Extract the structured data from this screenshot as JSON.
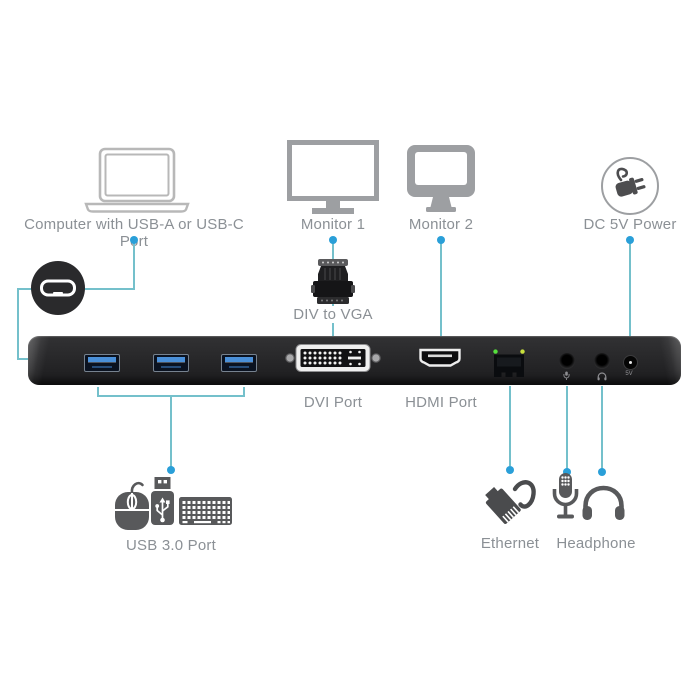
{
  "colors": {
    "connector_line": "#74c0cb",
    "connector_dot": "#2a9fd8",
    "label_text": "#8b9095",
    "icon_dark": "#58595b",
    "icon_outline": "#9d9fa2",
    "dock_body": "#28282a",
    "usb_blue": "#4a90d9",
    "led_green": "#55e03c",
    "led_amber": "#c8e03c"
  },
  "top": {
    "computer_label": "Computer with USB-A or USB-C Port",
    "monitor1_label": "Monitor 1",
    "monitor2_label": "Monitor 2",
    "power_label": "DC 5V Power"
  },
  "adapter": {
    "label": "DIV to VGA"
  },
  "dock": {
    "dvi_label": "DVI Port",
    "hdmi_label": "HDMI Port",
    "power_jack_label": "5V"
  },
  "bottom": {
    "usb_label": "USB 3.0 Port",
    "ethernet_label": "Ethernet",
    "headphone_label": "Headphone"
  },
  "icons": [
    "laptop-icon",
    "monitor-outline-icon",
    "monitor-solid-icon",
    "power-plug-icon",
    "usb-c-port-icon",
    "dvi-vga-adapter-icon",
    "usb-a-port-icon",
    "dvi-port-icon",
    "hdmi-port-icon",
    "ethernet-port-icon",
    "mic-jack-icon",
    "headphone-jack-icon",
    "dc-jack-icon",
    "mouse-icon",
    "usb-drive-icon",
    "keyboard-icon",
    "ethernet-plug-icon",
    "microphone-icon",
    "headphones-icon"
  ]
}
